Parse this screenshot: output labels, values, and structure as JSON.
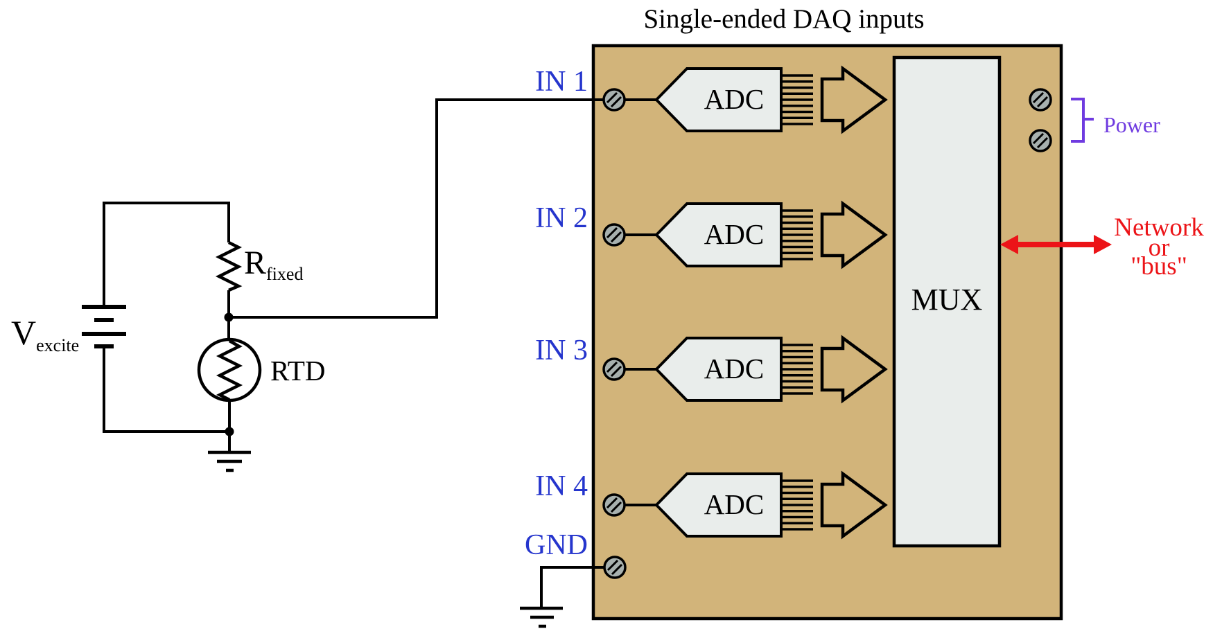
{
  "title": "Single-ended DAQ inputs",
  "colors": {
    "background": "#FFFFFF",
    "daq_body": "#D2B47A",
    "block_fill": "#E9EDEB",
    "screw_fill": "#A7B0AE",
    "outline": "#000000",
    "input_label": "#2535CD",
    "power_label": "#6F3BE0",
    "network_label": "#EC1418"
  },
  "left_circuit": {
    "source": {
      "symbol": "V",
      "subscript": "excite"
    },
    "fixed_resistor": {
      "symbol": "R",
      "subscript": "fixed"
    },
    "sensor_label": "RTD"
  },
  "daq": {
    "inputs": [
      {
        "label": "IN 1",
        "adc": "ADC"
      },
      {
        "label": "IN 2",
        "adc": "ADC"
      },
      {
        "label": "IN 3",
        "adc": "ADC"
      },
      {
        "label": "IN 4",
        "adc": "ADC"
      }
    ],
    "ground_label": "GND",
    "mux_label": "MUX",
    "power_label": "Power",
    "network": [
      "Network",
      "or",
      "\"bus\""
    ]
  }
}
